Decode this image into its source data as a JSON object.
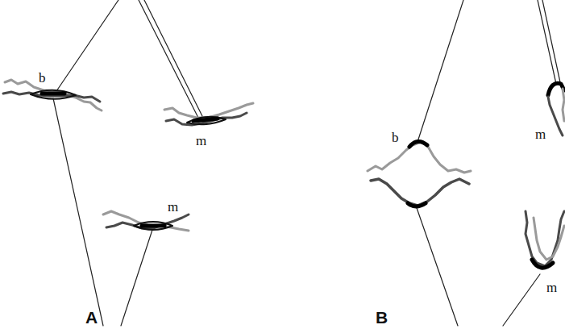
{
  "diagram": {
    "labels": [
      "b",
      "m",
      "m",
      "A",
      "b",
      "m",
      "m",
      "B"
    ]
  }
}
